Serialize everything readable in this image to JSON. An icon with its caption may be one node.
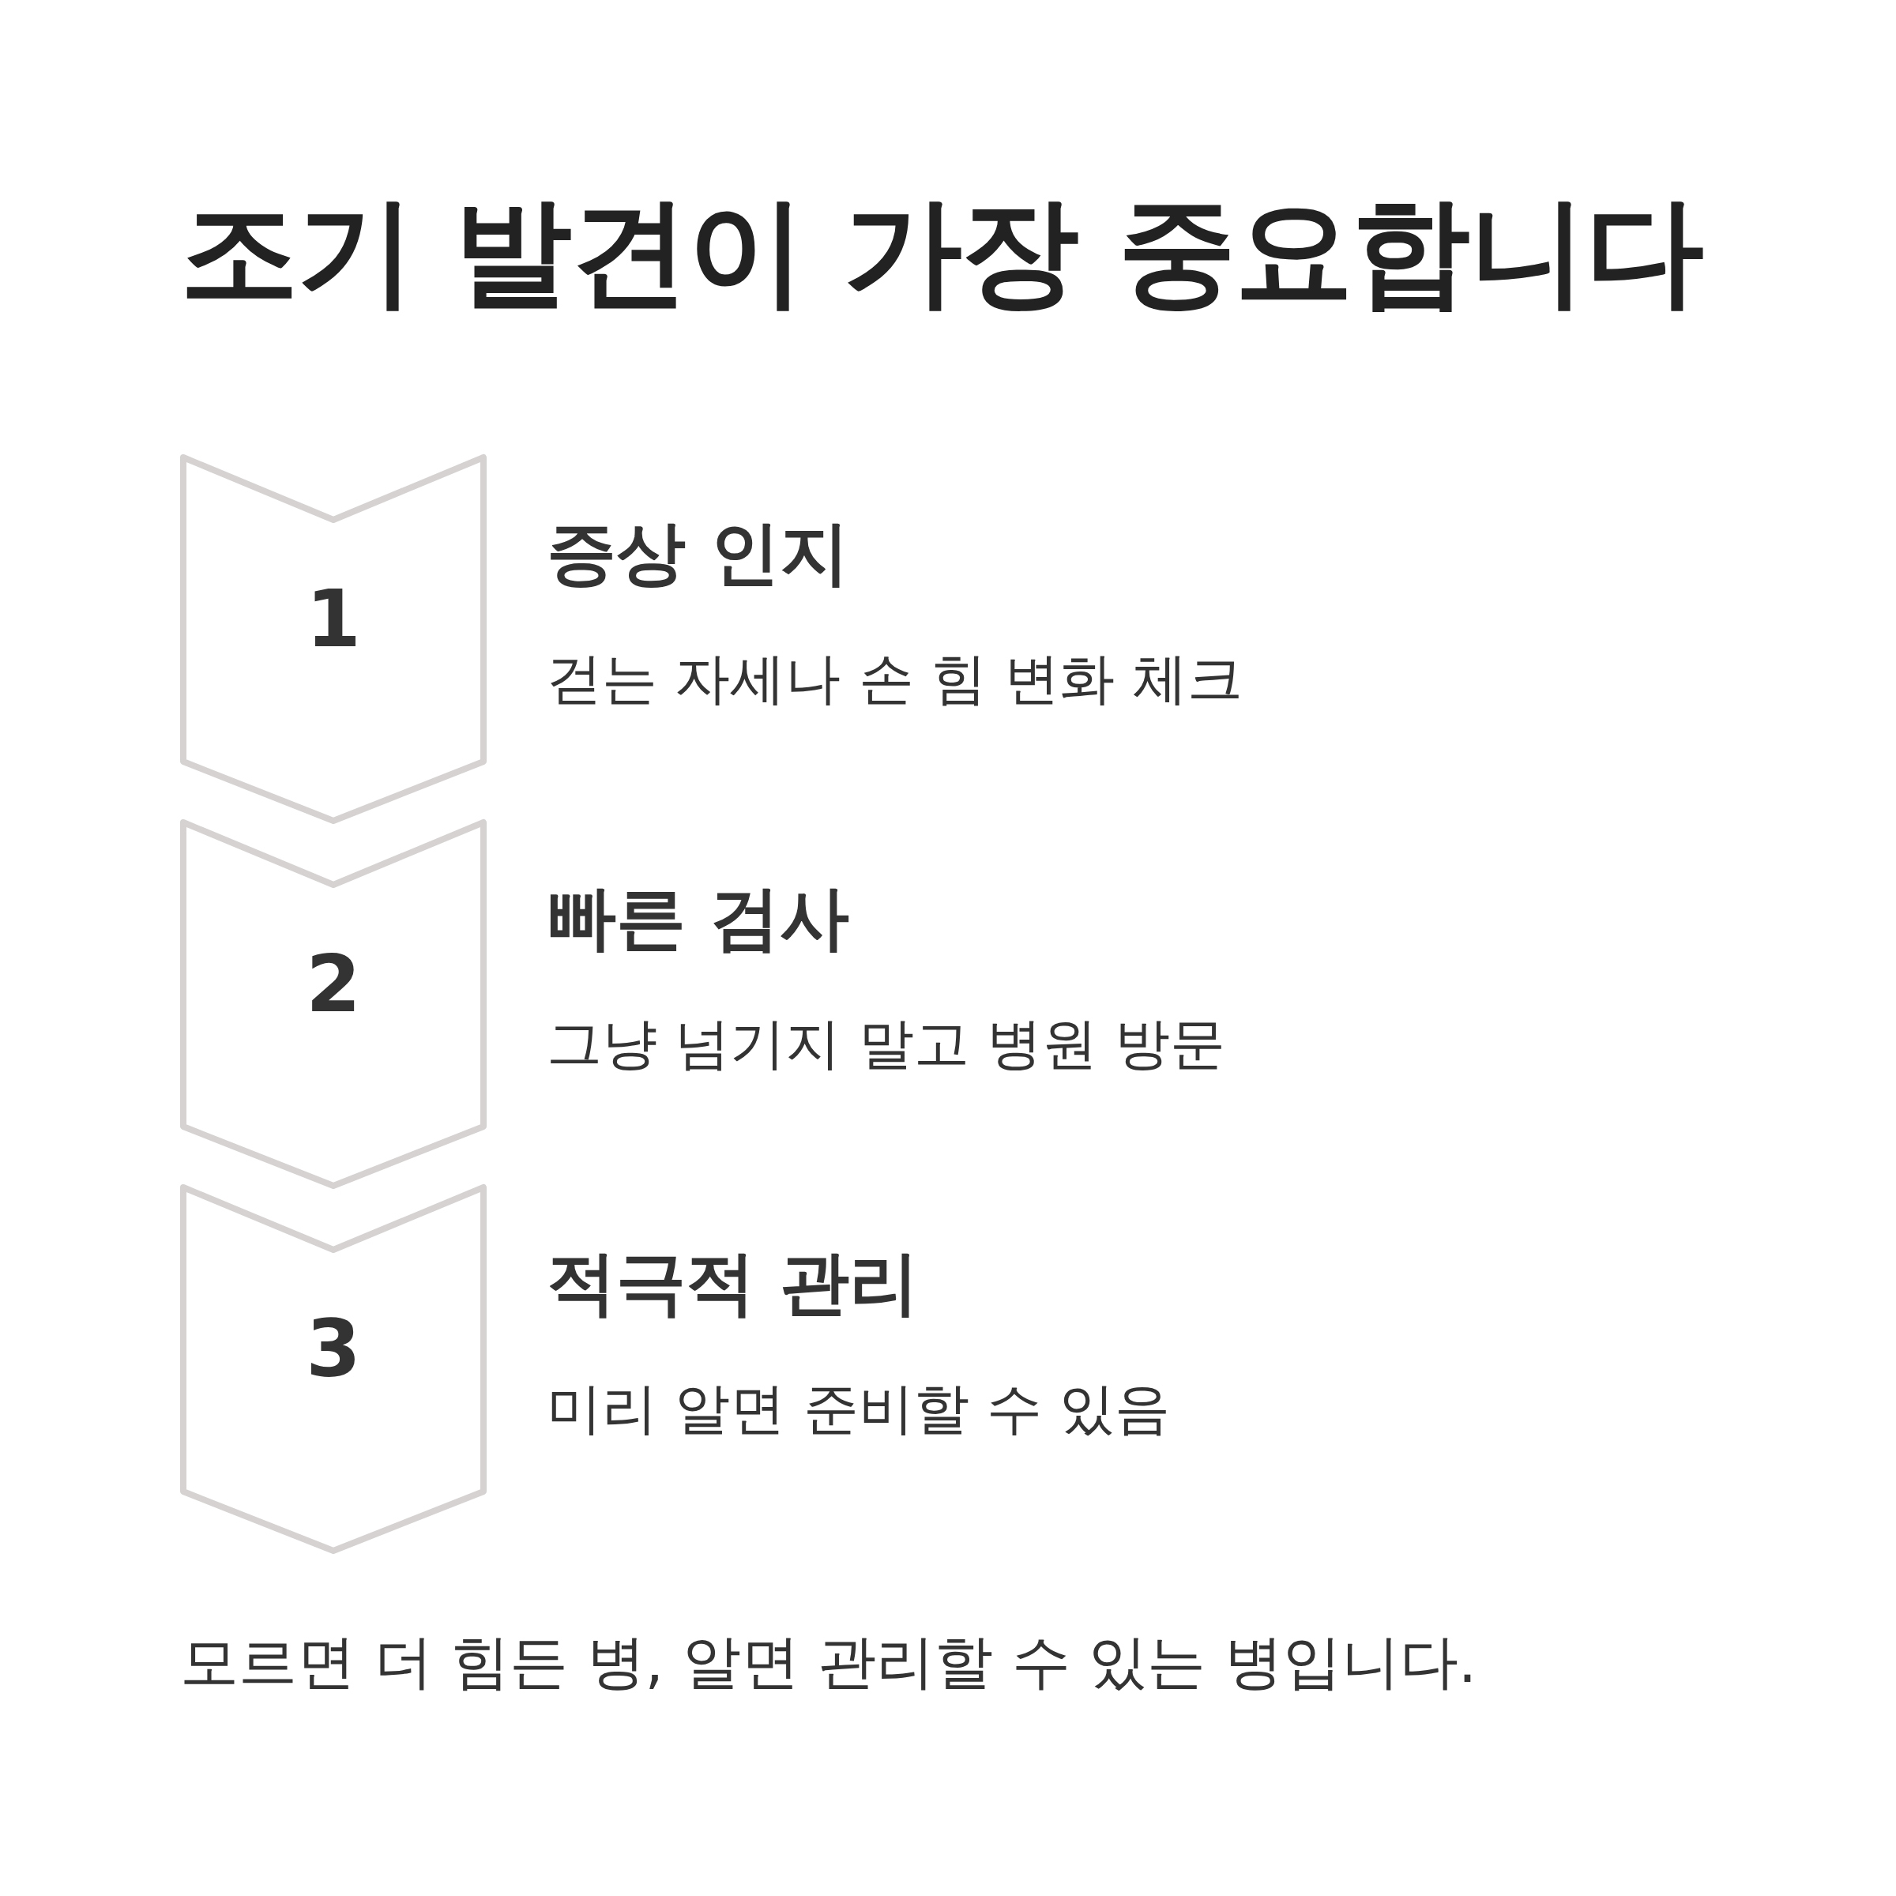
{
  "diagram": {
    "title": "조기 발견이 가장 중요합니다",
    "caption": "모르면 더 힘든 병, 알면 관리할 수 있는 병입니다.",
    "nodes": [
      {
        "text": [
          "1"
        ],
        "beside": [
          "증상 인지",
          "걷는 자세나 손 힘 변화 체크"
        ]
      },
      {
        "text": [
          "2"
        ],
        "beside": [
          "빠른 검사",
          "그냥 넘기지 말고 병원 방문"
        ]
      },
      {
        "text": [
          "3"
        ],
        "beside": [
          "적극적 관리",
          "미리 알면 준비할 수 있음"
        ]
      }
    ]
  }
}
